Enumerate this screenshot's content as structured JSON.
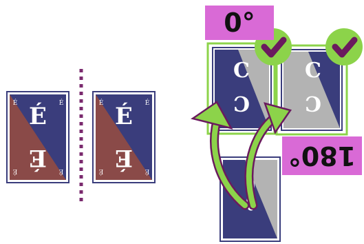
{
  "labels": {
    "rotation_0": "0°",
    "rotation_180": "180°"
  },
  "cards": {
    "left_pair_letter": "É",
    "left_pair_corner": "É",
    "right_group_letter": "C"
  },
  "icons": {
    "check": "check-icon",
    "arrow": "curved-arrow"
  },
  "colors": {
    "card_navy": "#3a3d7c",
    "card_rust": "#8a4a48",
    "card_gray": "#b3b3b3",
    "frame_green": "#8cd34a",
    "check_purple": "#6a1a5e",
    "label_pink": "#d96ad6",
    "divider_purple": "#7a2a6e",
    "arrow_fill": "#8cd34a",
    "arrow_stroke": "#6a1a5e"
  }
}
